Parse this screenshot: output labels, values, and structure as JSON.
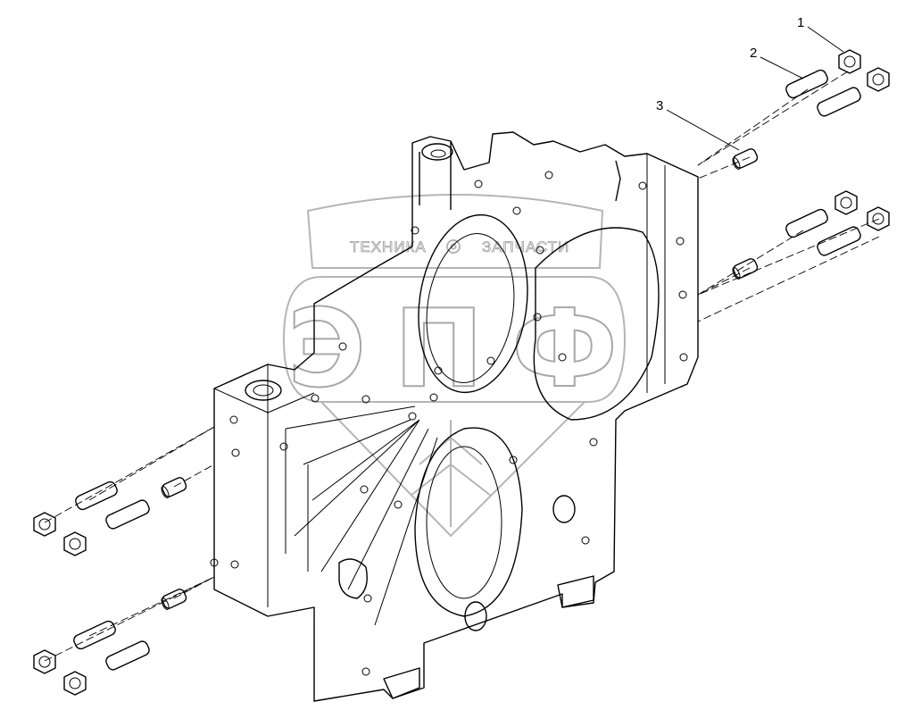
{
  "watermark": {
    "left_word": "ТЕХНИКА",
    "right_word": "ЗАПЧАСТИ",
    "logo_letters": "ЭПФ"
  },
  "callouts": [
    {
      "label": "1",
      "part": "nut"
    },
    {
      "label": "2",
      "part": "stud"
    },
    {
      "label": "3",
      "part": "dowel-pin"
    }
  ],
  "icons": [
    "gear-icon"
  ],
  "colors": {
    "line": "#000000",
    "watermark": "#a8a8a8",
    "background": "#ffffff"
  }
}
